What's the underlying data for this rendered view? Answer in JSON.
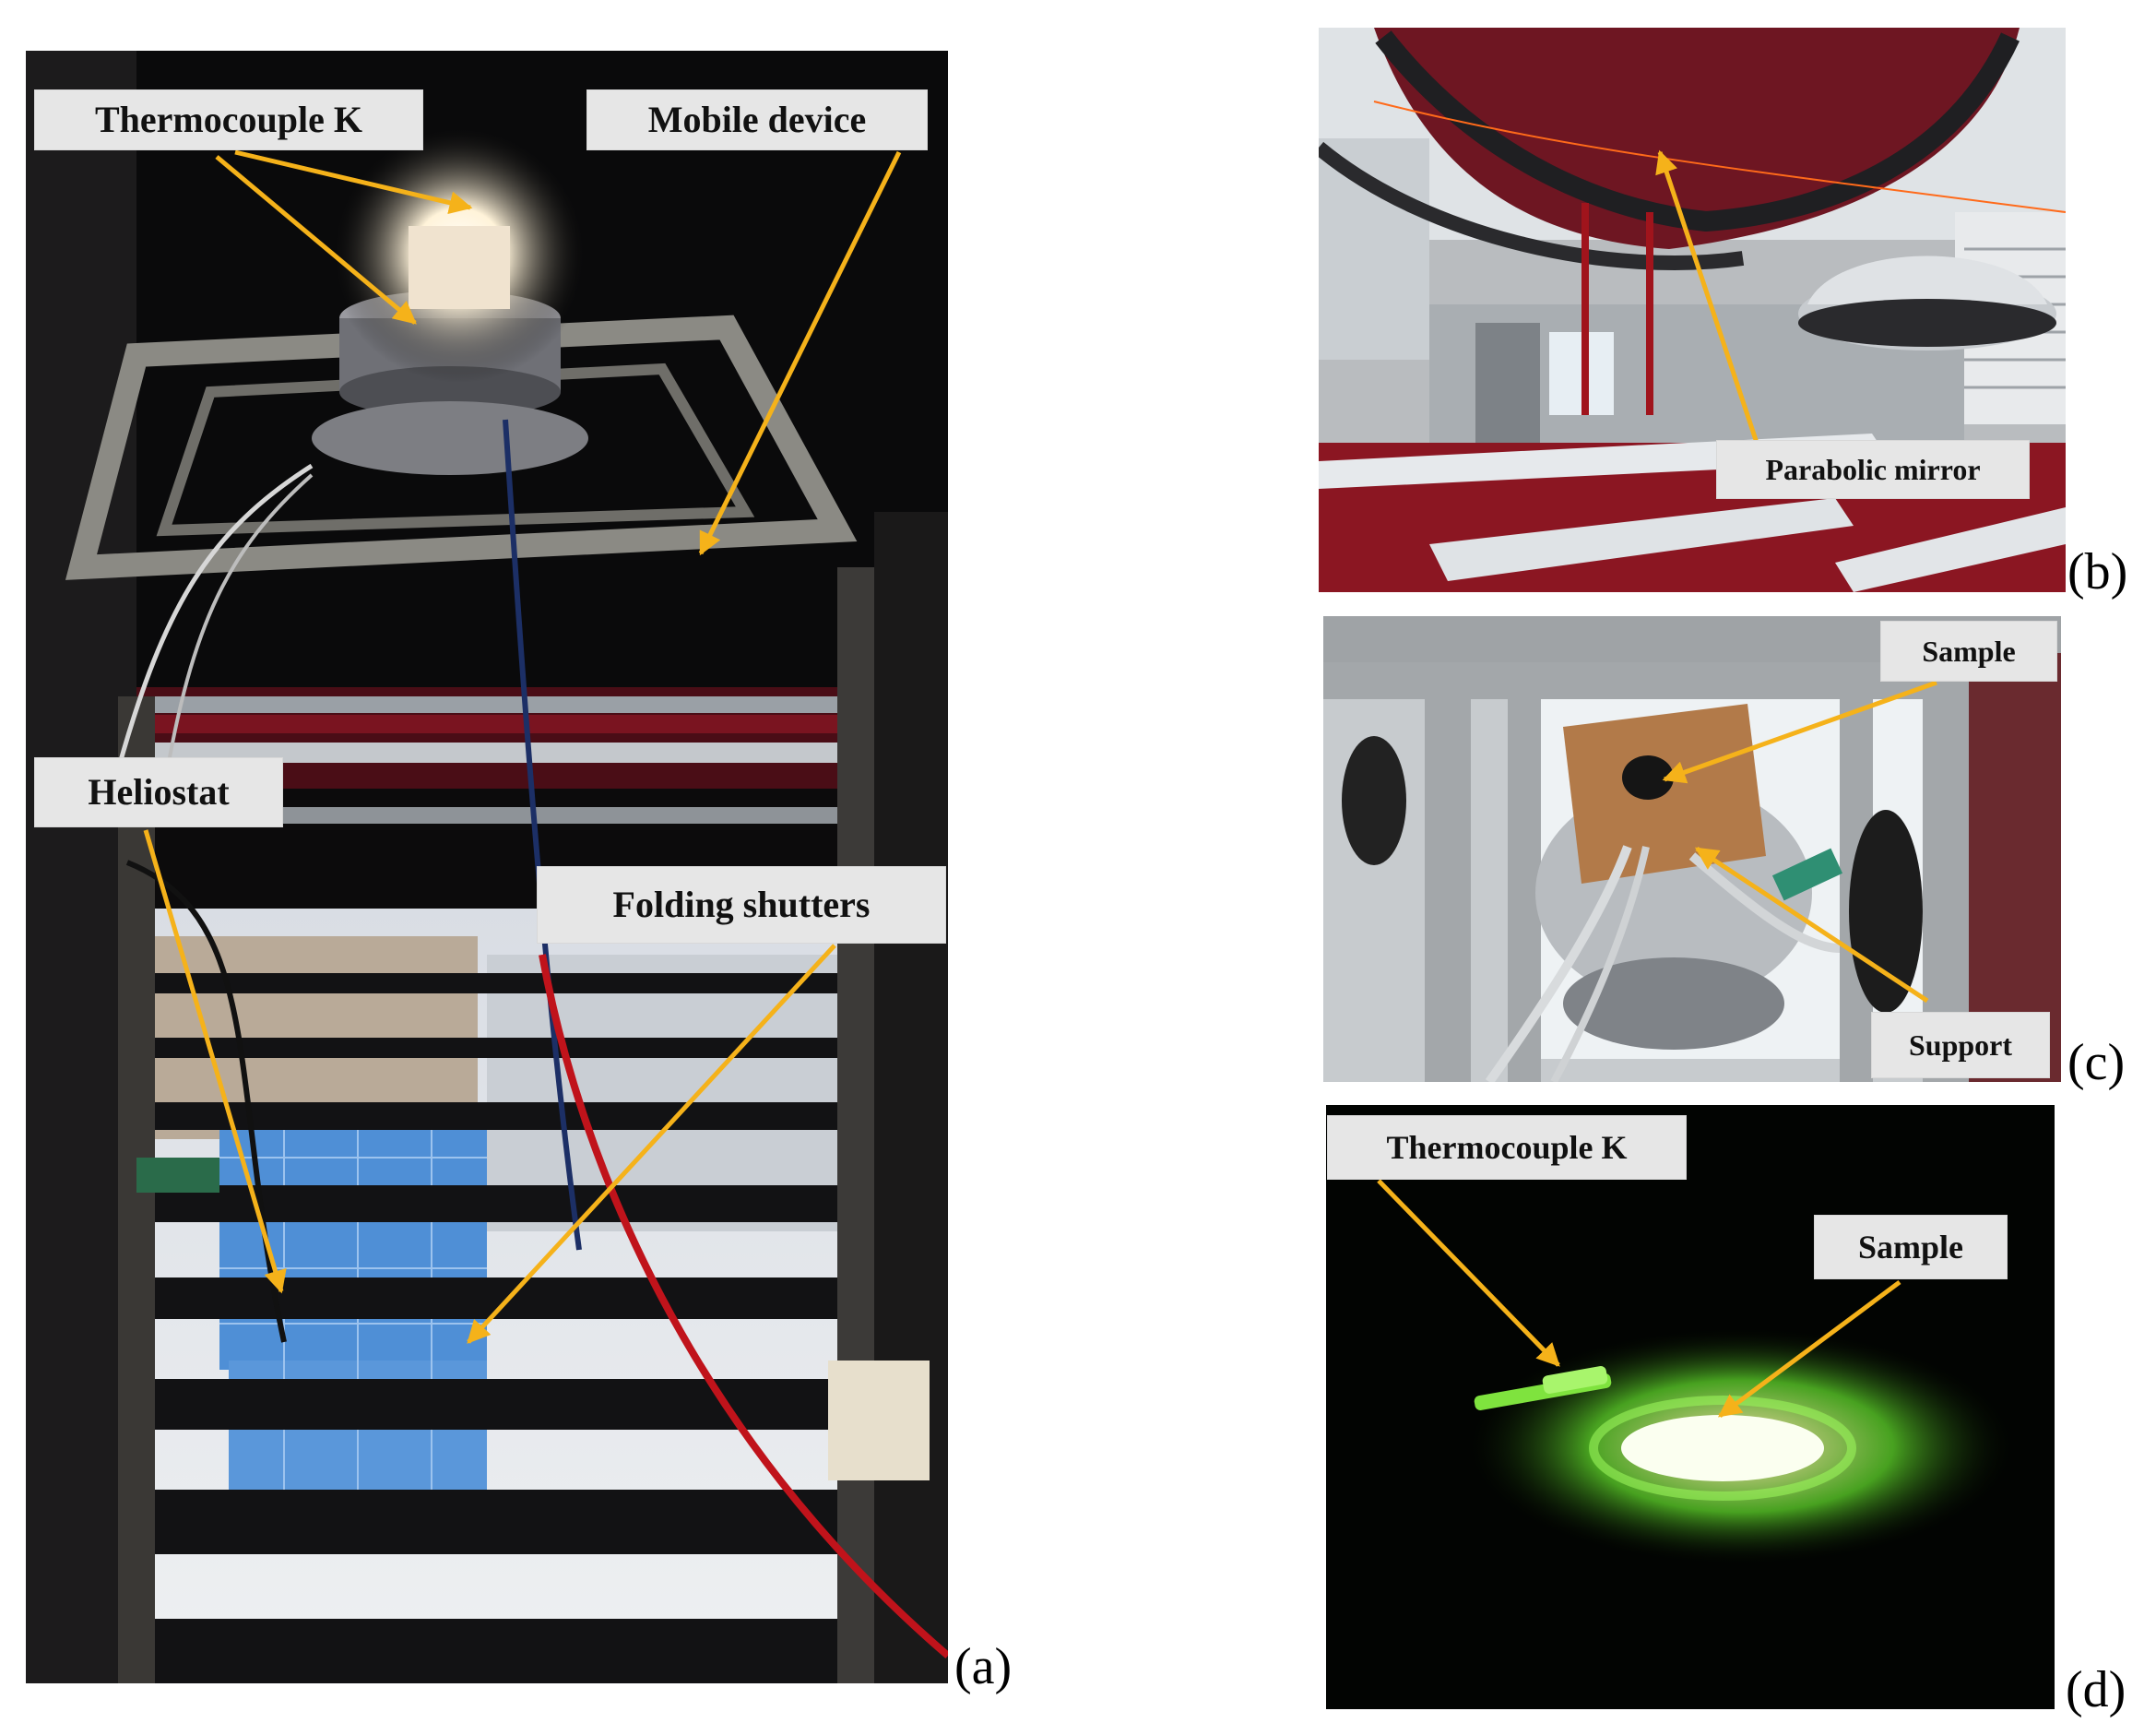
{
  "panel_a": {
    "letter": "(a)",
    "labels": {
      "thermocouple": "Thermocouple K",
      "mobile_device": "Mobile device",
      "heliostat": "Heliostat",
      "folding_shutters": "Folding shutters"
    }
  },
  "panel_b": {
    "letter": "(b)",
    "labels": {
      "parabolic_mirror": "Parabolic mirror"
    }
  },
  "panel_c": {
    "letter": "(c)",
    "labels": {
      "sample": "Sample",
      "support": "Support"
    }
  },
  "panel_d": {
    "letter": "(d)",
    "labels": {
      "thermocouple": "Thermocouple K",
      "sample": "Sample"
    }
  },
  "colors": {
    "arrow": "#f5b21a",
    "callout_bg": "#e6e6e6",
    "dark_bg": "#0b0a0a",
    "glow_green": "#7cff3a",
    "heliostat_blue": "#4f8fd6",
    "frame_red": "#7a1420"
  }
}
